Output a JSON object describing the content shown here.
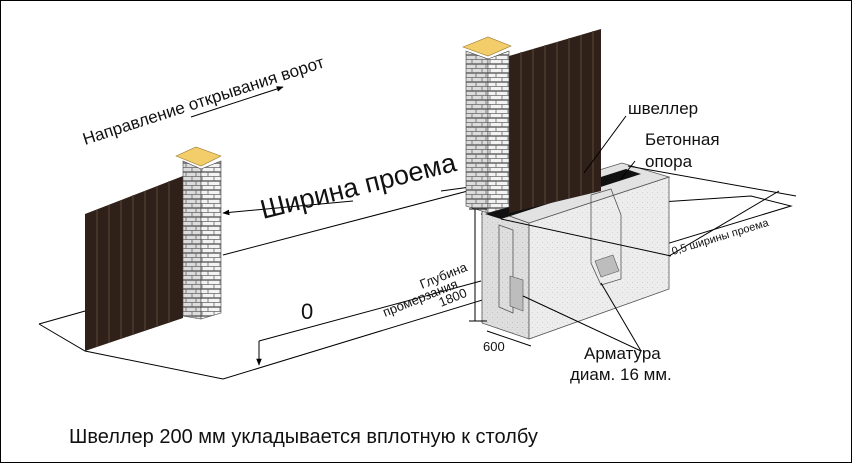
{
  "diagram": {
    "labels": {
      "direction": "Направление открывания ворот",
      "opening_width": "Ширина проема",
      "zero": "0",
      "channel": "швеллер",
      "concrete_support_line1": "Бетонная",
      "concrete_support_line2": "опора",
      "half_width": "0,5 ширины проема",
      "freeze_depth_line1": "Глубина",
      "freeze_depth_line2": "промерзания",
      "freeze_depth_value": "1800",
      "width_600": "600",
      "rebar_line1": "Арматура",
      "rebar_line2": "диам. 16 мм."
    },
    "caption": "Швеллер 200 мм укладывается вплотную к столбу"
  },
  "colors": {
    "gate_panel": "#2f2119",
    "brick": "#f2f2f2",
    "mortar": "#555555",
    "post_cap": "#f2cd6a",
    "concrete": "#ebebeb",
    "channel": "#111111"
  }
}
